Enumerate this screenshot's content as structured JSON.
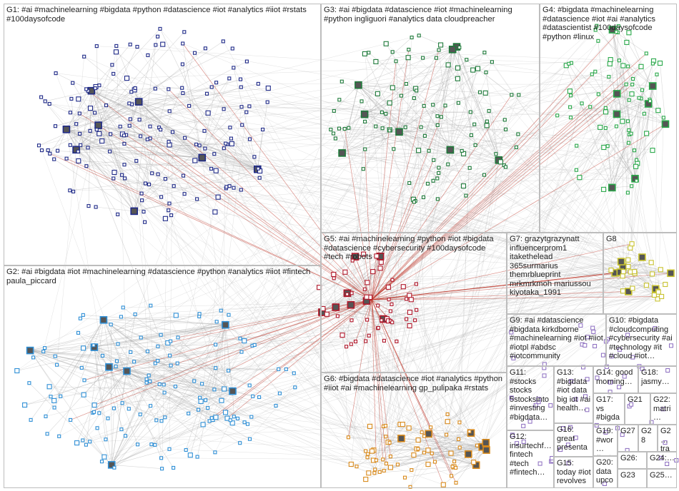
{
  "colors": {
    "edge": "#a8a8a8",
    "edge_red": "#c0392b",
    "g1": "#1f2a88",
    "g2": "#2f8fd6",
    "g3": "#1e7a3a",
    "g4": "#2aa84a",
    "g5": "#b0172a",
    "g6": "#d98a1c",
    "g8": "#c8c230",
    "small": "#8a6bbf"
  },
  "groups": [
    {
      "id": "g1",
      "label": "G1: #ai #machinelearning #bigdata #python #datascience #iot #analytics #iiot #rstats #100daysofcode"
    },
    {
      "id": "g2",
      "label": "G2: #ai #bigdata #iot #machinelearning #datascience #python #analytics #iiot #fintech paula_piccard"
    },
    {
      "id": "g3",
      "label": "G3: #ai #bigdata #datascience #iot #machinelearning #python ingliguori #analytics data cloudpreacher"
    },
    {
      "id": "g4",
      "label": "G4: #bigdata #machinelearning #datascience #iot #ai #analytics #datascientist #100daysofcode #python #linux"
    },
    {
      "id": "g5",
      "label": "G5: #ai #machinelearning #python #iot #bigdata #datascience #cybersecurity #100daysofcode #tech #robots"
    },
    {
      "id": "g6",
      "label": "G6: #bigdata #datascience #iot #analytics #python #iiot #ai #machinelearning gp_pulipaka #rstats"
    },
    {
      "id": "g7",
      "label": "G7: grazytgrazynatt influencerprom1 itakethelead 365surmarius themrblueprint mrkmrkmoh mariussou kiyotaka_1991"
    },
    {
      "id": "g8",
      "label": "G8"
    },
    {
      "id": "g9",
      "label": "G9: #ai #datascience #bigdata kirkdborne #machinelearning #iot #iiot #iotpl #abdsc #iotcommunity"
    },
    {
      "id": "g10",
      "label": "G10: #bigdata #cloudcomputing #cybersecurity #ai #technology #it #cloud #iot…"
    },
    {
      "id": "g11",
      "label": "G11: #stocks stocks 5stocksinto #investing #bigdata…"
    },
    {
      "id": "g12",
      "label": "G12: insurtechf… fintech #tech #fintech…"
    },
    {
      "id": "g13",
      "label": "G13: #bigdata #iot data big iot #ai health…"
    },
    {
      "id": "g14",
      "label": "G14: good morning…"
    },
    {
      "id": "g15",
      "label": "G15: today #iot revolves…"
    },
    {
      "id": "g16",
      "label": "G16: great presenta…"
    },
    {
      "id": "g17",
      "label": "G17: vs #bigda… #datas…"
    },
    {
      "id": "g18",
      "label": "G18: jasmy…"
    },
    {
      "id": "g19",
      "label": "G19: #wor… #pyt…"
    },
    {
      "id": "g20",
      "label": "G20: data upco…"
    },
    {
      "id": "g21",
      "label": "G21"
    },
    {
      "id": "g22",
      "label": "G22: matri… man…"
    },
    {
      "id": "g23",
      "label": "G23"
    },
    {
      "id": "g24",
      "label": "G24:…"
    },
    {
      "id": "g25",
      "label": "G25…"
    },
    {
      "id": "g26",
      "label": "G26:…"
    },
    {
      "id": "g27",
      "label": "G27"
    },
    {
      "id": "g28",
      "label": "G28"
    },
    {
      "id": "g29",
      "label": "G2…"
    },
    {
      "id": "g30",
      "label": "G2… tra…"
    }
  ]
}
